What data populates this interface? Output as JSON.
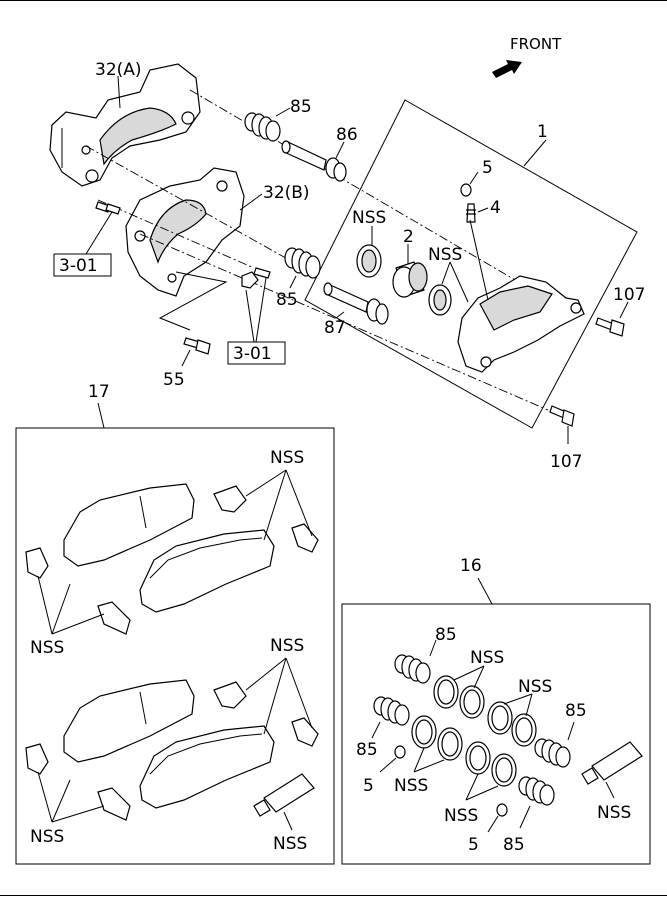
{
  "direction_label": "FRONT",
  "callouts": {
    "bracket_a": "32(A)",
    "bracket_b": "32(B)",
    "boot_top": "85",
    "boot_mid": "85",
    "pin_upper": "86",
    "pin_lower": "87",
    "caliper": "1",
    "cap": "5",
    "bleeder": "4",
    "piston": "2",
    "seal_left": "NSS",
    "seal_right": "NSS",
    "bolt_upper": "107",
    "bolt_lower": "107",
    "bolt_bracket": "55",
    "ref_left": "3-01",
    "ref_right": "3-01"
  },
  "pad_kit": {
    "number": "17",
    "labels": {
      "upper_clips": "NSS",
      "upper_shims": "NSS",
      "lower_clips": "NSS",
      "lower_shims": "NSS",
      "grease": "NSS"
    }
  },
  "seal_kit": {
    "number": "16",
    "labels": {
      "boot_a": "85",
      "seals_a": "NSS",
      "seals_b": "NSS",
      "boot_b": "85",
      "boot_c": "85",
      "cap_a": "5",
      "seals_c": "NSS",
      "seals_d": "NSS",
      "cap_b": "5",
      "boot_d": "85",
      "grease": "NSS"
    }
  }
}
